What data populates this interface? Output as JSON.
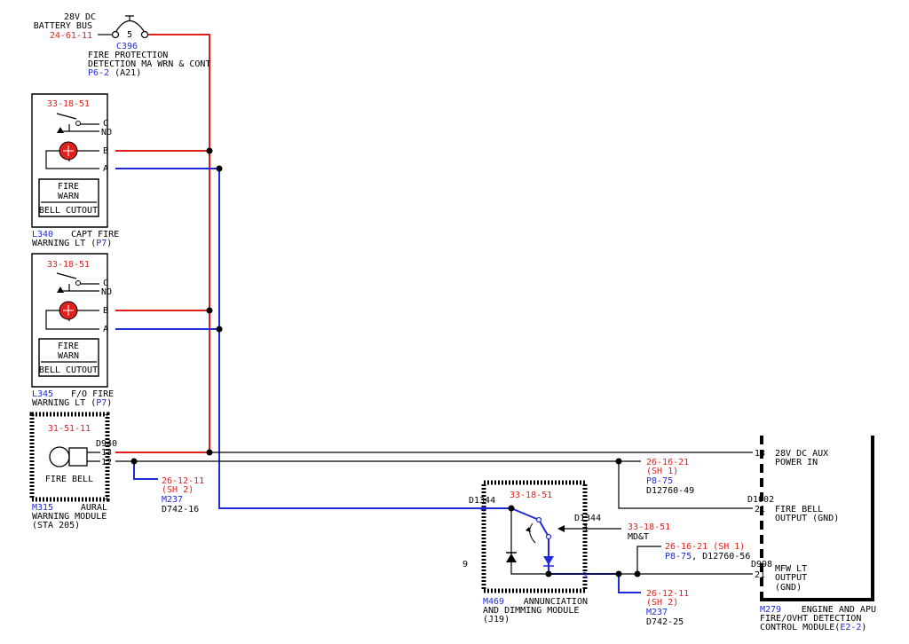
{
  "battery_bus": {
    "line1": "28V DC",
    "line2": "BATTERY BUS",
    "ref": "24-61-11",
    "pin": "5",
    "conn": "C396",
    "desc1": "FIRE PROTECTION",
    "desc2": "DETECTION MA WRN & CONT",
    "loc": "P6-2",
    "loc_suffix": "(A21)"
  },
  "capt_light": {
    "ref": "33-18-51",
    "pin_c": "C",
    "pin_no": "NO",
    "pin_b": "B",
    "pin_a": "A",
    "lbl1": "FIRE",
    "lbl2": "WARN",
    "lbl3": "BELL CUTOUT",
    "id": "L340",
    "name1": "CAPT FIRE",
    "name2": "WARNING LT (",
    "loc": "P7",
    "close": ")"
  },
  "fo_light": {
    "ref": "33-18-51",
    "pin_c": "C",
    "pin_no": "NO",
    "pin_b": "B",
    "pin_a": "A",
    "lbl1": "FIRE",
    "lbl2": "WARN",
    "lbl3": "BELL CUTOUT",
    "id": "L345",
    "name1": "F/O FIRE",
    "name2": "WARNING LT (",
    "loc": "P7",
    "close": ")"
  },
  "aural": {
    "ref": "31-51-11",
    "conn": "D940",
    "pin13": "13",
    "pin12": "12",
    "bell": "FIRE BELL",
    "id": "M315",
    "name1": "AURAL",
    "name2": "WARNING MODULE",
    "name3": "(STA 205)",
    "gnd_ref": "26-12-11",
    "gnd_sh": "(SH 2)",
    "gnd_id": "M237",
    "gnd_wire": "D742-16"
  },
  "annunciation": {
    "conn": "D1344",
    "pin4": "4",
    "ref": "33-18-51",
    "conn2": "D1344",
    "pin1": "1",
    "pin3": "3",
    "side": "9",
    "id": "M469",
    "name1": "ANNUNCIATION",
    "name2": "AND DIMMING MODULE",
    "name3": "(J19)",
    "mdt_ref": "33-18-51",
    "mdt": "MD&T",
    "p875_ref": "26-16-21 (SH 1)",
    "p875_loc": "P8-75",
    "p875_wire": ", D12760-56",
    "gnd_ref": "26-12-11",
    "gnd_sh": "(SH 2)",
    "gnd_id": "M237",
    "gnd_wire": "D742-25"
  },
  "aux_power": {
    "ref": "26-16-21",
    "sh": "(SH 1)",
    "loc": "P8-75",
    "wire": "D12760-49"
  },
  "detection_module": {
    "pin13": "13",
    "aux1": "28V DC AUX",
    "aux2": "POWER IN",
    "conn1": "D1002",
    "pin21a": "21",
    "bell1": "FIRE BELL",
    "bell2": "OUTPUT (GND)",
    "conn2": "D998",
    "pin21b": "21",
    "mfw1": "MFW LT",
    "mfw2": "OUTPUT",
    "mfw3": "(GND)",
    "id": "M279",
    "name1": "ENGINE AND APU",
    "name2": "FIRE/OVHT DETECTION",
    "name3": "CONTROL MODULE(",
    "loc": "E2-2",
    "close": ")"
  },
  "colors": {
    "power_wire": "#e0201b",
    "signal_wire": "#1f2bd6",
    "reference_text": "#e0201b",
    "location_text": "#1f2bd6"
  }
}
